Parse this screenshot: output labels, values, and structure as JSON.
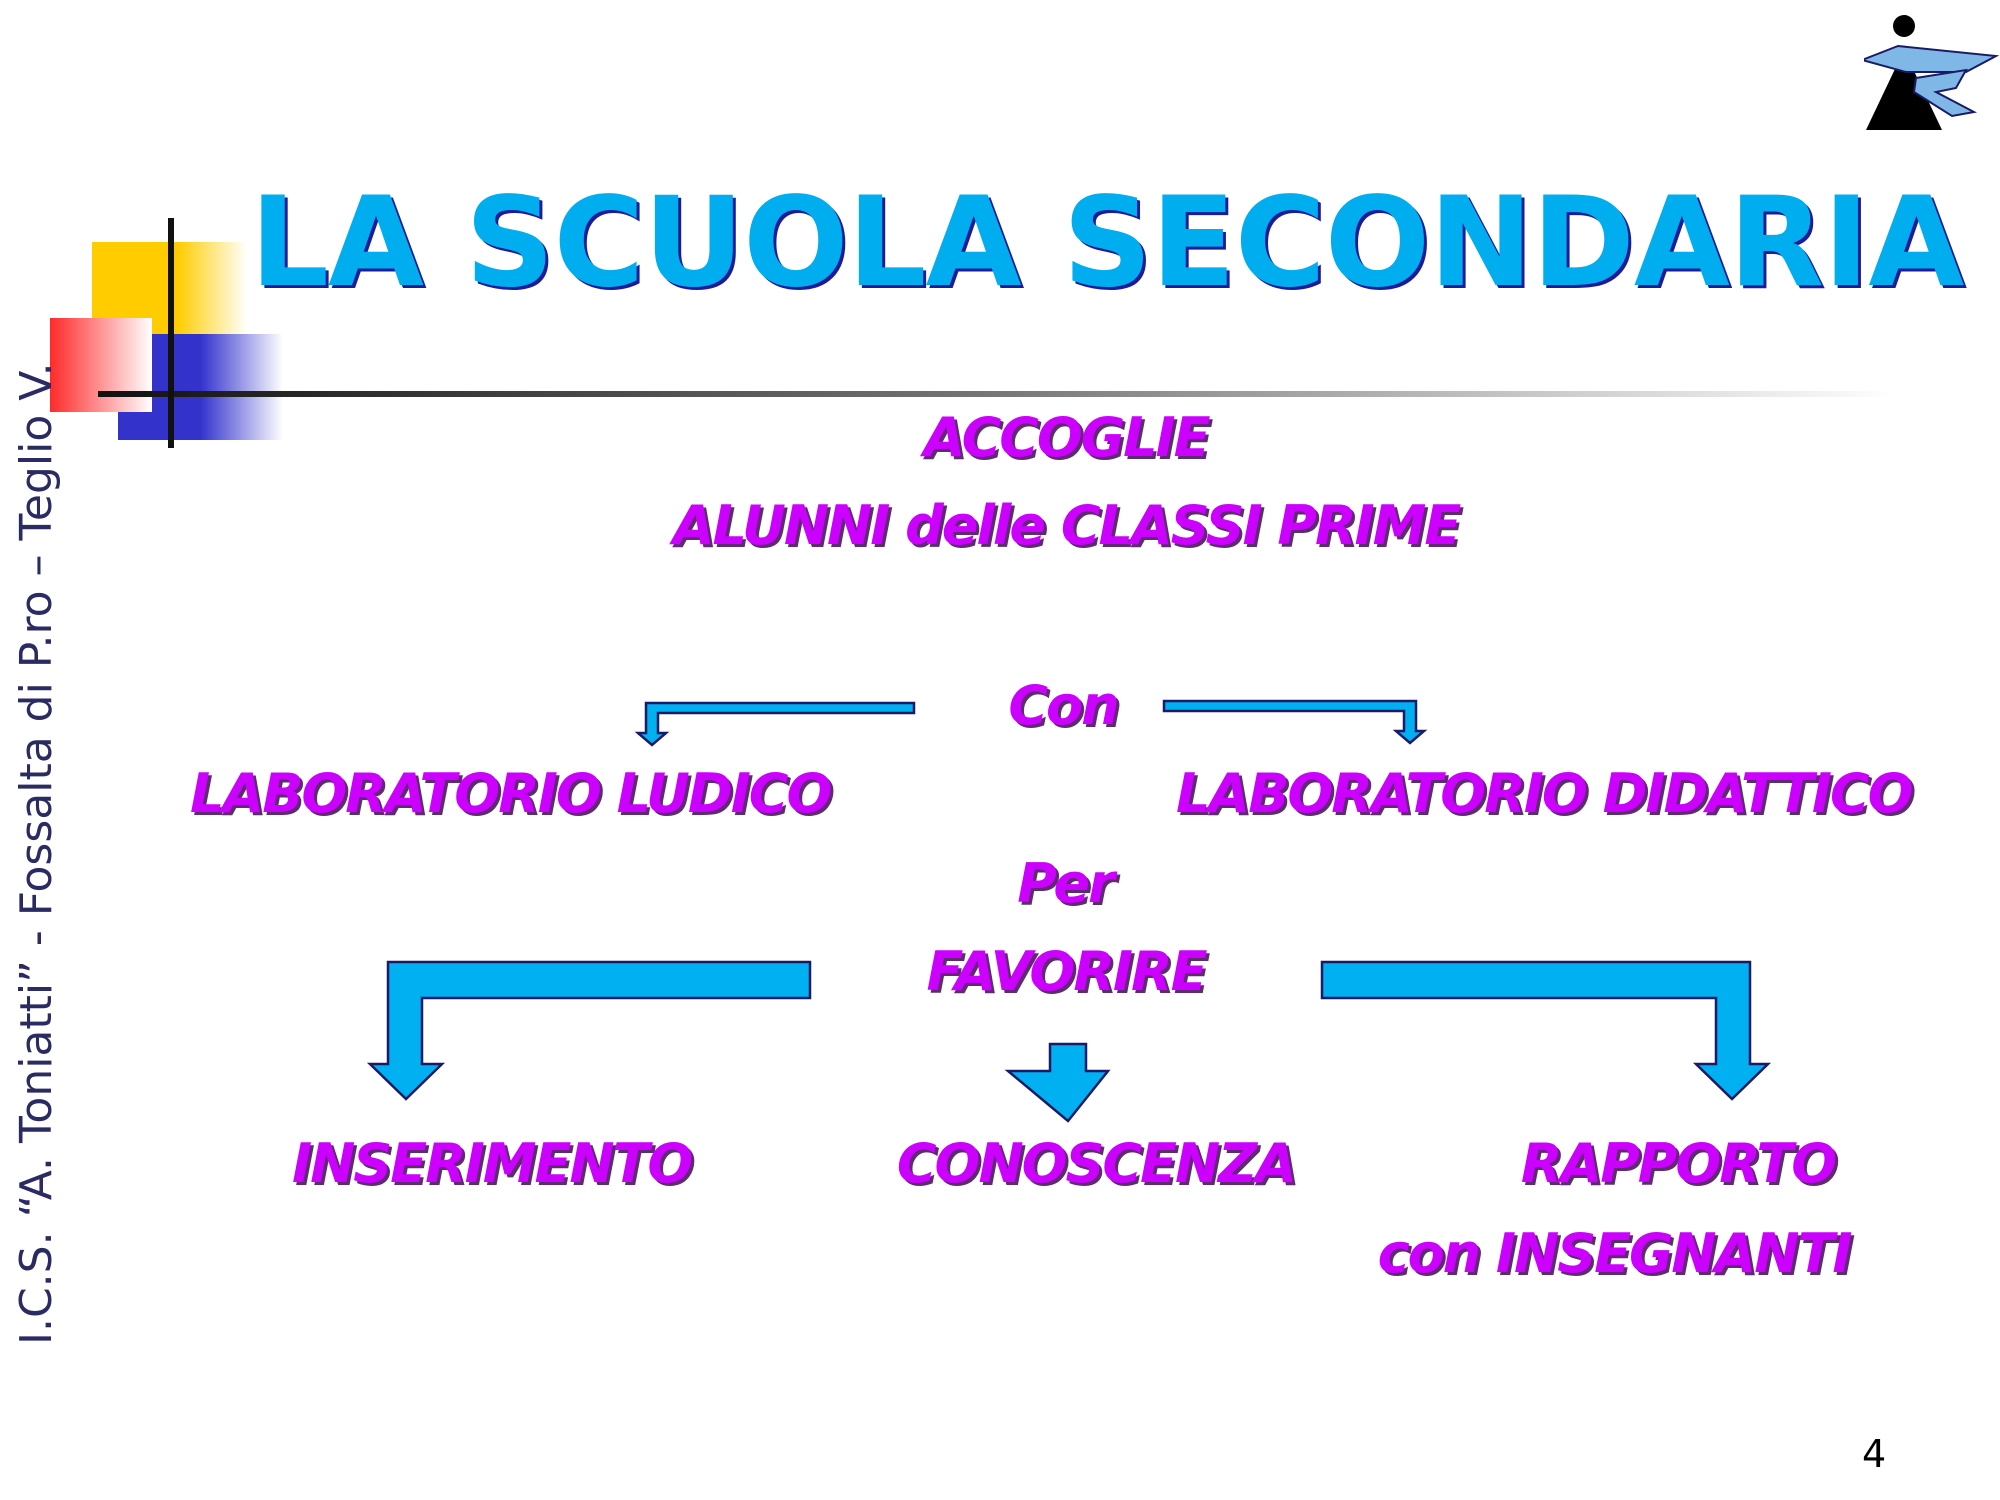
{
  "slide": {
    "title": "LA SCUOLA SECONDARIA",
    "side_text": "I.C.S. “A. Toniatti” - Fossalta di P.ro – Teglio V.",
    "page_number": "4"
  },
  "diagram": {
    "accoglie": "ACCOGLIE",
    "alunni": "ALUNNI  delle CLASSI PRIME",
    "con": "Con",
    "lab_ludico": "LABORATORIO LUDICO",
    "lab_didattico": "LABORATORIO DIDATTICO",
    "per": "Per",
    "favorire": "FAVORIRE",
    "inserimento": "INSERIMENTO",
    "conoscenza": "CONOSCENZA",
    "rapporto": "RAPPORTO",
    "con_insegnanti": "con INSEGNANTI"
  },
  "colors": {
    "title": "#00aeef",
    "text": "#cc00ff",
    "arrows": "#00b0f0",
    "outline": "#1a1a66"
  }
}
